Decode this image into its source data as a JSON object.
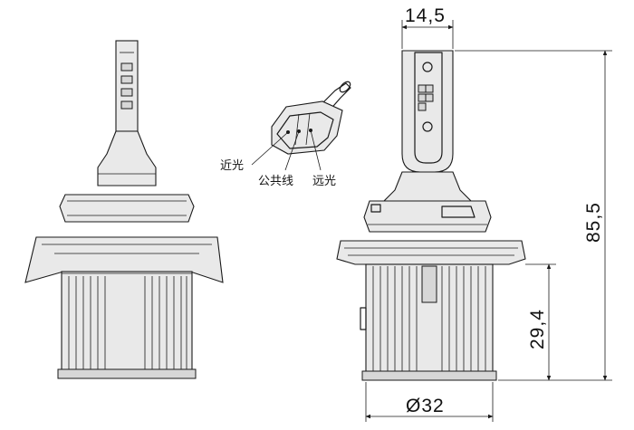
{
  "connector_labels": {
    "low_beam": "近光",
    "common_wire": "公共线",
    "high_beam": "远光"
  },
  "dimensions": {
    "neck_width": "14,5",
    "total_height": "85,5",
    "heatsink_height": "29,4",
    "diameter": "Ø32"
  }
}
